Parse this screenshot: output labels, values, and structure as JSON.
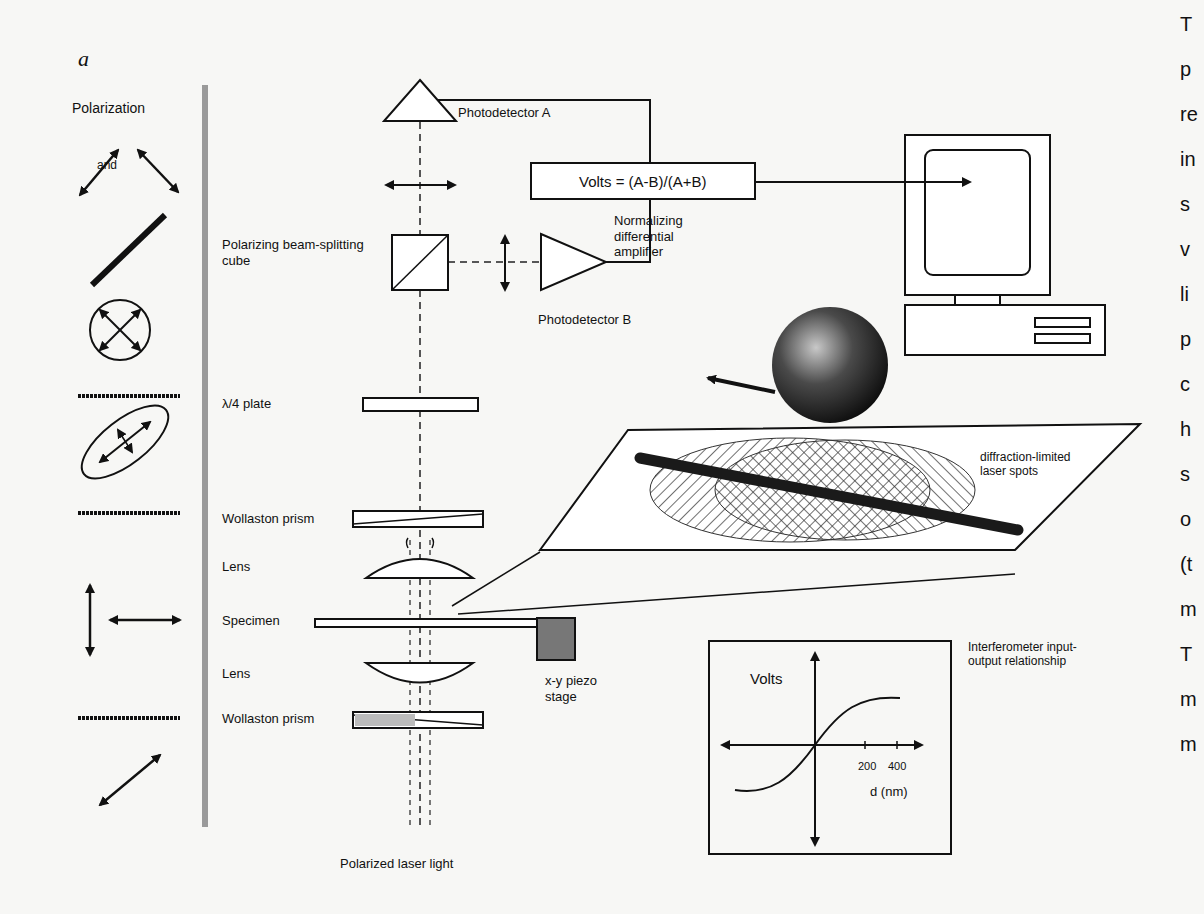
{
  "diagram": {
    "nodes": [
      {
        "text": [
          "Volts = (A-B)/(A+B)"
        ]
      },
      {
        "text": [
          "Volts",
          "200",
          "400",
          "d (nm)"
        ]
      }
    ],
    "labels": [
      "a",
      "Polarization",
      "and",
      "Photodetector A",
      "Polarizing beam-splitting cube",
      "Normalizing differential amplifier",
      "Photodetector B",
      "λ/4 plate",
      "Wollaston prism",
      "Lens",
      "Specimen",
      "Lens",
      "x-y piezo stage",
      "Wollaston prism",
      "Polarized laser light",
      "diffraction-limited laser spots",
      "Interferometer input-output relationship",
      "T",
      "p",
      "re",
      "in",
      "s",
      "v",
      "li",
      "p",
      "c",
      "h",
      "s",
      "o",
      "(t",
      "m",
      "T",
      "m",
      "m"
    ]
  }
}
